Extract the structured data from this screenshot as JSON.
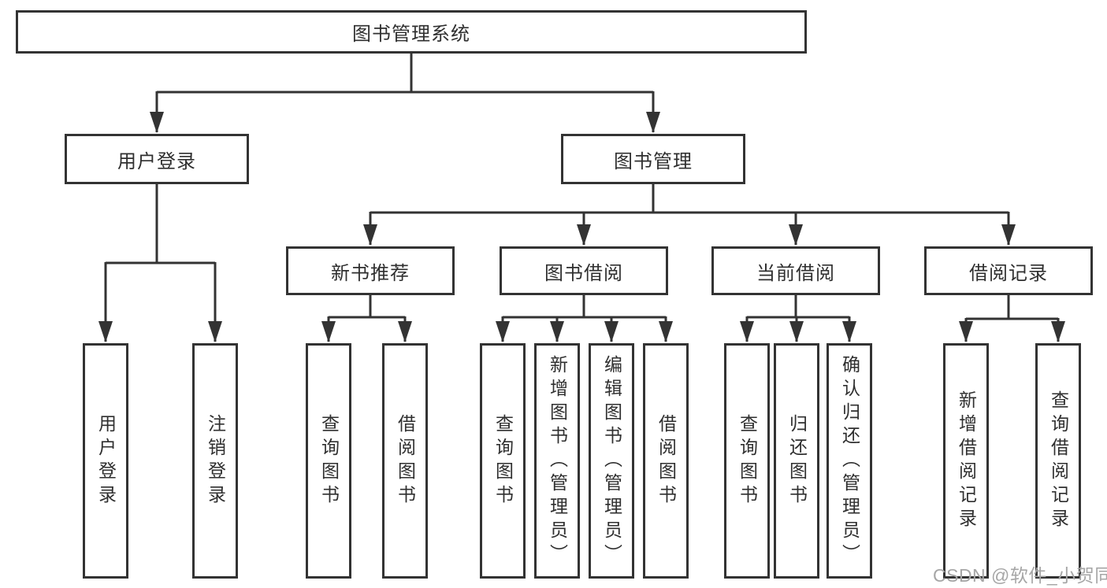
{
  "diagram": {
    "title": "图书管理系统",
    "tree": {
      "label": "图书管理系统",
      "children": [
        {
          "label": "用户登录",
          "children": [
            {
              "label": "用户登录"
            },
            {
              "label": "注销登录"
            }
          ]
        },
        {
          "label": "图书管理",
          "children": [
            {
              "label": "新书推荐",
              "children": [
                {
                  "label": "查询图书"
                },
                {
                  "label": "借阅图书"
                }
              ]
            },
            {
              "label": "图书借阅",
              "children": [
                {
                  "label": "查询图书"
                },
                {
                  "label": "新增图书（管理员）"
                },
                {
                  "label": "编辑图书（管理员）"
                },
                {
                  "label": "借阅图书"
                }
              ]
            },
            {
              "label": "当前借阅",
              "children": [
                {
                  "label": "查询图书"
                },
                {
                  "label": "归还图书"
                },
                {
                  "label": "确认归还（管理员）"
                }
              ]
            },
            {
              "label": "借阅记录",
              "children": [
                {
                  "label": "新增借阅记录"
                },
                {
                  "label": "查询借阅记录"
                }
              ]
            }
          ]
        }
      ]
    },
    "watermark": "CSDN @软件_小贺同学",
    "colors": {
      "line": "#333333",
      "box_border": "#333333",
      "box_fill": "#ffffff",
      "text": "#2f2f2f",
      "watermark": "#a6a6a6",
      "background": "#ffffff"
    }
  }
}
